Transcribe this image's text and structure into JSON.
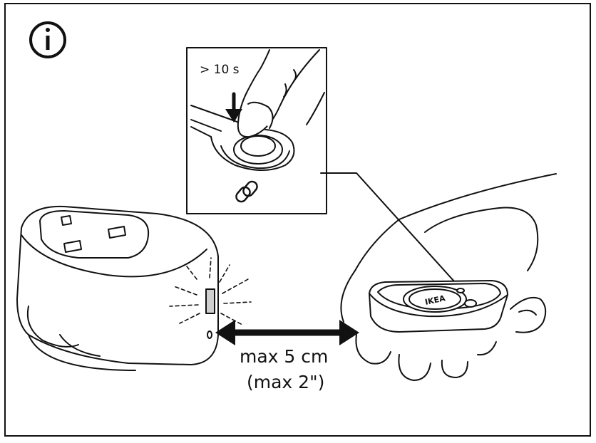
{
  "info_icon": {
    "glyph": "i",
    "name": "info-icon"
  },
  "inset": {
    "hold_time": "> 10 s"
  },
  "distance": {
    "metric": "max 5 cm",
    "imperial": "(max 2\")"
  },
  "remote": {
    "brand": "IKEA"
  },
  "colors": {
    "line": "#111111",
    "paper": "#ffffff",
    "led": "#cfcfcf"
  }
}
